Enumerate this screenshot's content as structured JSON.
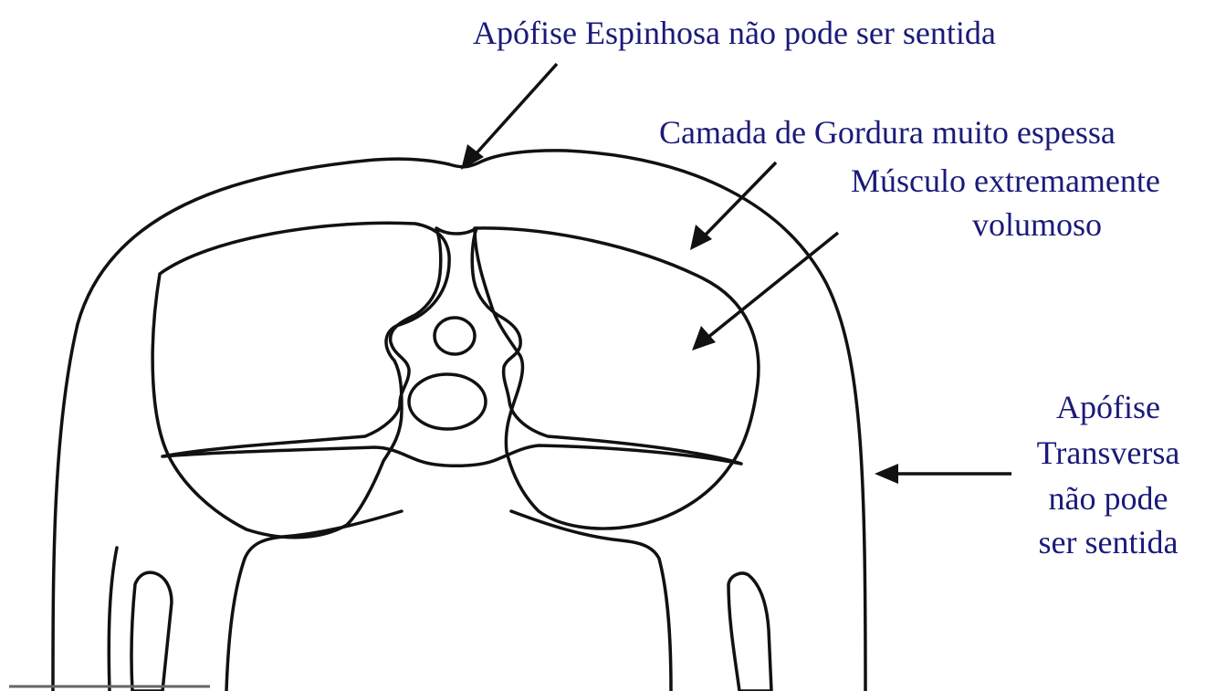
{
  "labels": {
    "spinous": "Apófise Espinhosa não pode ser sentida",
    "fat_layer": "Camada de Gordura muito espessa",
    "muscle_line1": "Músculo extremamente",
    "muscle_line2": "volumoso",
    "transverse_line1": "Apófise",
    "transverse_line2": "Transversa",
    "transverse_line3": "não pode",
    "transverse_line4": "ser sentida"
  },
  "colors": {
    "label_text": "#1a1a7a",
    "outline": "#111111"
  }
}
